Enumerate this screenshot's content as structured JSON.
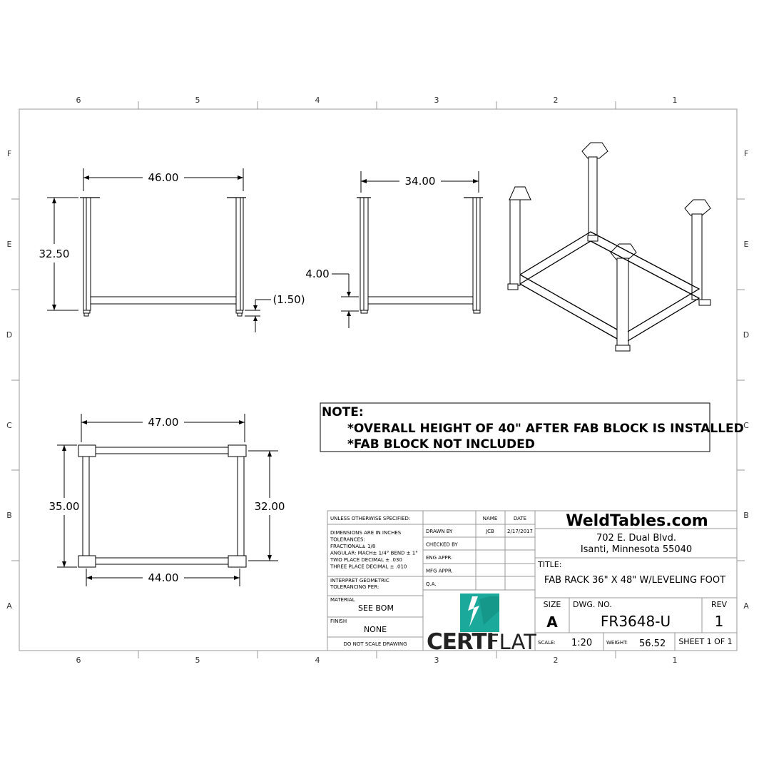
{
  "sheet": {
    "zone_columns": [
      "6",
      "5",
      "4",
      "3",
      "2",
      "1"
    ],
    "zone_rows": [
      "F",
      "E",
      "D",
      "C",
      "B",
      "A"
    ]
  },
  "views": {
    "front": {
      "width": "46.00",
      "height": "32.50",
      "foot": "(1.50)"
    },
    "side": {
      "width": "34.00",
      "crossbar": "4.00"
    },
    "top": {
      "outer_width": "47.00",
      "outer_depth": "35.00",
      "inner_depth": "32.00",
      "inner_width": "44.00"
    }
  },
  "note": {
    "heading": "NOTE:",
    "lines": [
      "*OVERALL HEIGHT OF 40\" AFTER FAB BLOCK IS INSTALLED",
      "*FAB BLOCK NOT INCLUDED"
    ]
  },
  "title_block": {
    "unless": "UNLESS OTHERWISE SPECIFIED:",
    "tolerances": [
      "DIMENSIONS ARE IN INCHES",
      "TOLERANCES:",
      "FRACTIONAL± 1/8",
      "ANGULAR: MACH± 1/4° BEND ± 1°",
      "TWO PLACE DECIMAL  ± .030",
      "THREE PLACE DECIMAL  ± .010"
    ],
    "interpret": [
      "INTERPRET GEOMETRIC",
      "TOLERANCING PER:"
    ],
    "material_label": "MATERIAL",
    "material": "SEE BOM",
    "finish_label": "FINISH",
    "finish": "NONE",
    "do_not_scale": "DO NOT SCALE DRAWING",
    "name_header": "NAME",
    "date_header": "DATE",
    "approvals": [
      {
        "label": "DRAWN BY",
        "name": "JCB",
        "date": "2/17/2017"
      },
      {
        "label": "CHECKED BY",
        "name": "",
        "date": ""
      },
      {
        "label": "ENG APPR.",
        "name": "",
        "date": ""
      },
      {
        "label": "MFG APPR.",
        "name": "",
        "date": ""
      },
      {
        "label": "Q.A.",
        "name": "",
        "date": ""
      }
    ],
    "logo": {
      "text_bold": "CERTI",
      "text_light": "FLAT",
      "color": "#1aa99a"
    },
    "company": "WeldTables.com",
    "address": [
      "702 E. Dual Blvd.",
      "Isanti, Minnesota 55040"
    ],
    "title_label": "TITLE:",
    "title": "FAB RACK 36\" X 48\" W/LEVELING FOOT",
    "size_label": "SIZE",
    "size": "A",
    "dwg_label": "DWG.  NO.",
    "dwg_no": "FR3648-U",
    "rev_label": "REV",
    "rev": "1",
    "scale_label": "SCALE:",
    "scale": "1:20",
    "weight_label": "WEIGHT:",
    "weight": "56.52",
    "sheet": "SHEET 1 OF 1"
  }
}
